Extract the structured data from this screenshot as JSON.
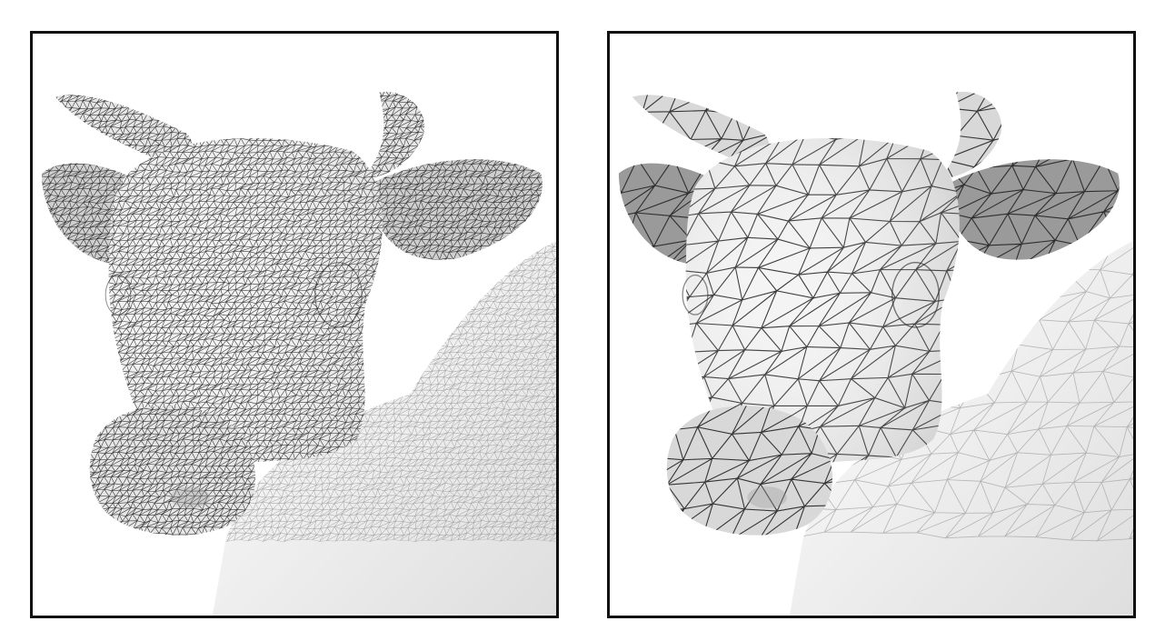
{
  "figure": {
    "panels": [
      {
        "id": "left",
        "subject": "cow-head-mesh",
        "mesh_density": "dense"
      },
      {
        "id": "right",
        "subject": "cow-head-mesh",
        "mesh_density": "coarse"
      }
    ]
  },
  "colors": {
    "background": "#ffffff",
    "frame": "#111111",
    "mesh_line": "#222222",
    "surface_light": "#f4f4f4",
    "surface_mid": "#d8d8d8",
    "surface_dark": "#9a9a9a"
  },
  "mesh": {
    "dense_cell": 8,
    "coarse_cell": 34
  }
}
